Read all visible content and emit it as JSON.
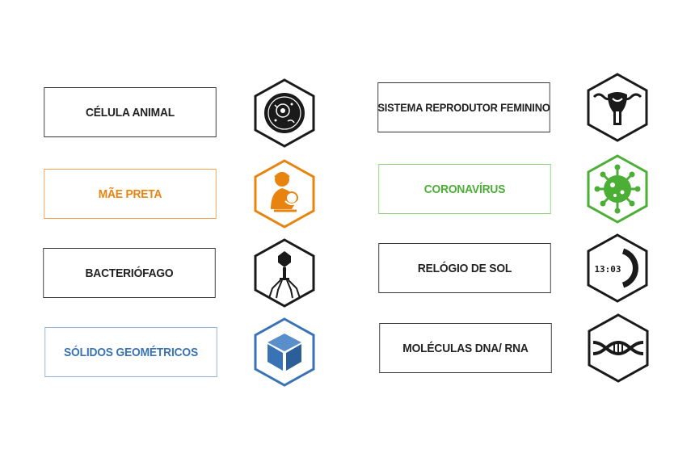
{
  "cards": [
    {
      "label": "CÉLULA ANIMAL",
      "color": "#222222",
      "icon": "animal-cell-icon"
    },
    {
      "label": "MÃE PRETA",
      "color": "#e8830f",
      "icon": "mother-nursing-icon"
    },
    {
      "label": "BACTERIÓFAGO",
      "color": "#222222",
      "icon": "bacteriophage-icon"
    },
    {
      "label": "SÓLIDOS GEOMÉTRICOS",
      "color": "#3a73b5",
      "icon": "cube-icon"
    },
    {
      "label": "SISTEMA REPRODUTOR FEMININO",
      "color": "#222222",
      "icon": "uterus-icon"
    },
    {
      "label": "CORONAVÍRUS",
      "color": "#4caf35",
      "icon": "coronavirus-icon"
    },
    {
      "label": "RELÓGIO DE SOL",
      "color": "#222222",
      "icon": "sundial-icon"
    },
    {
      "label": "MOLÉCULAS DNA/ RNA",
      "color": "#222222",
      "icon": "dna-icon"
    }
  ],
  "sundial_time": "13:03"
}
